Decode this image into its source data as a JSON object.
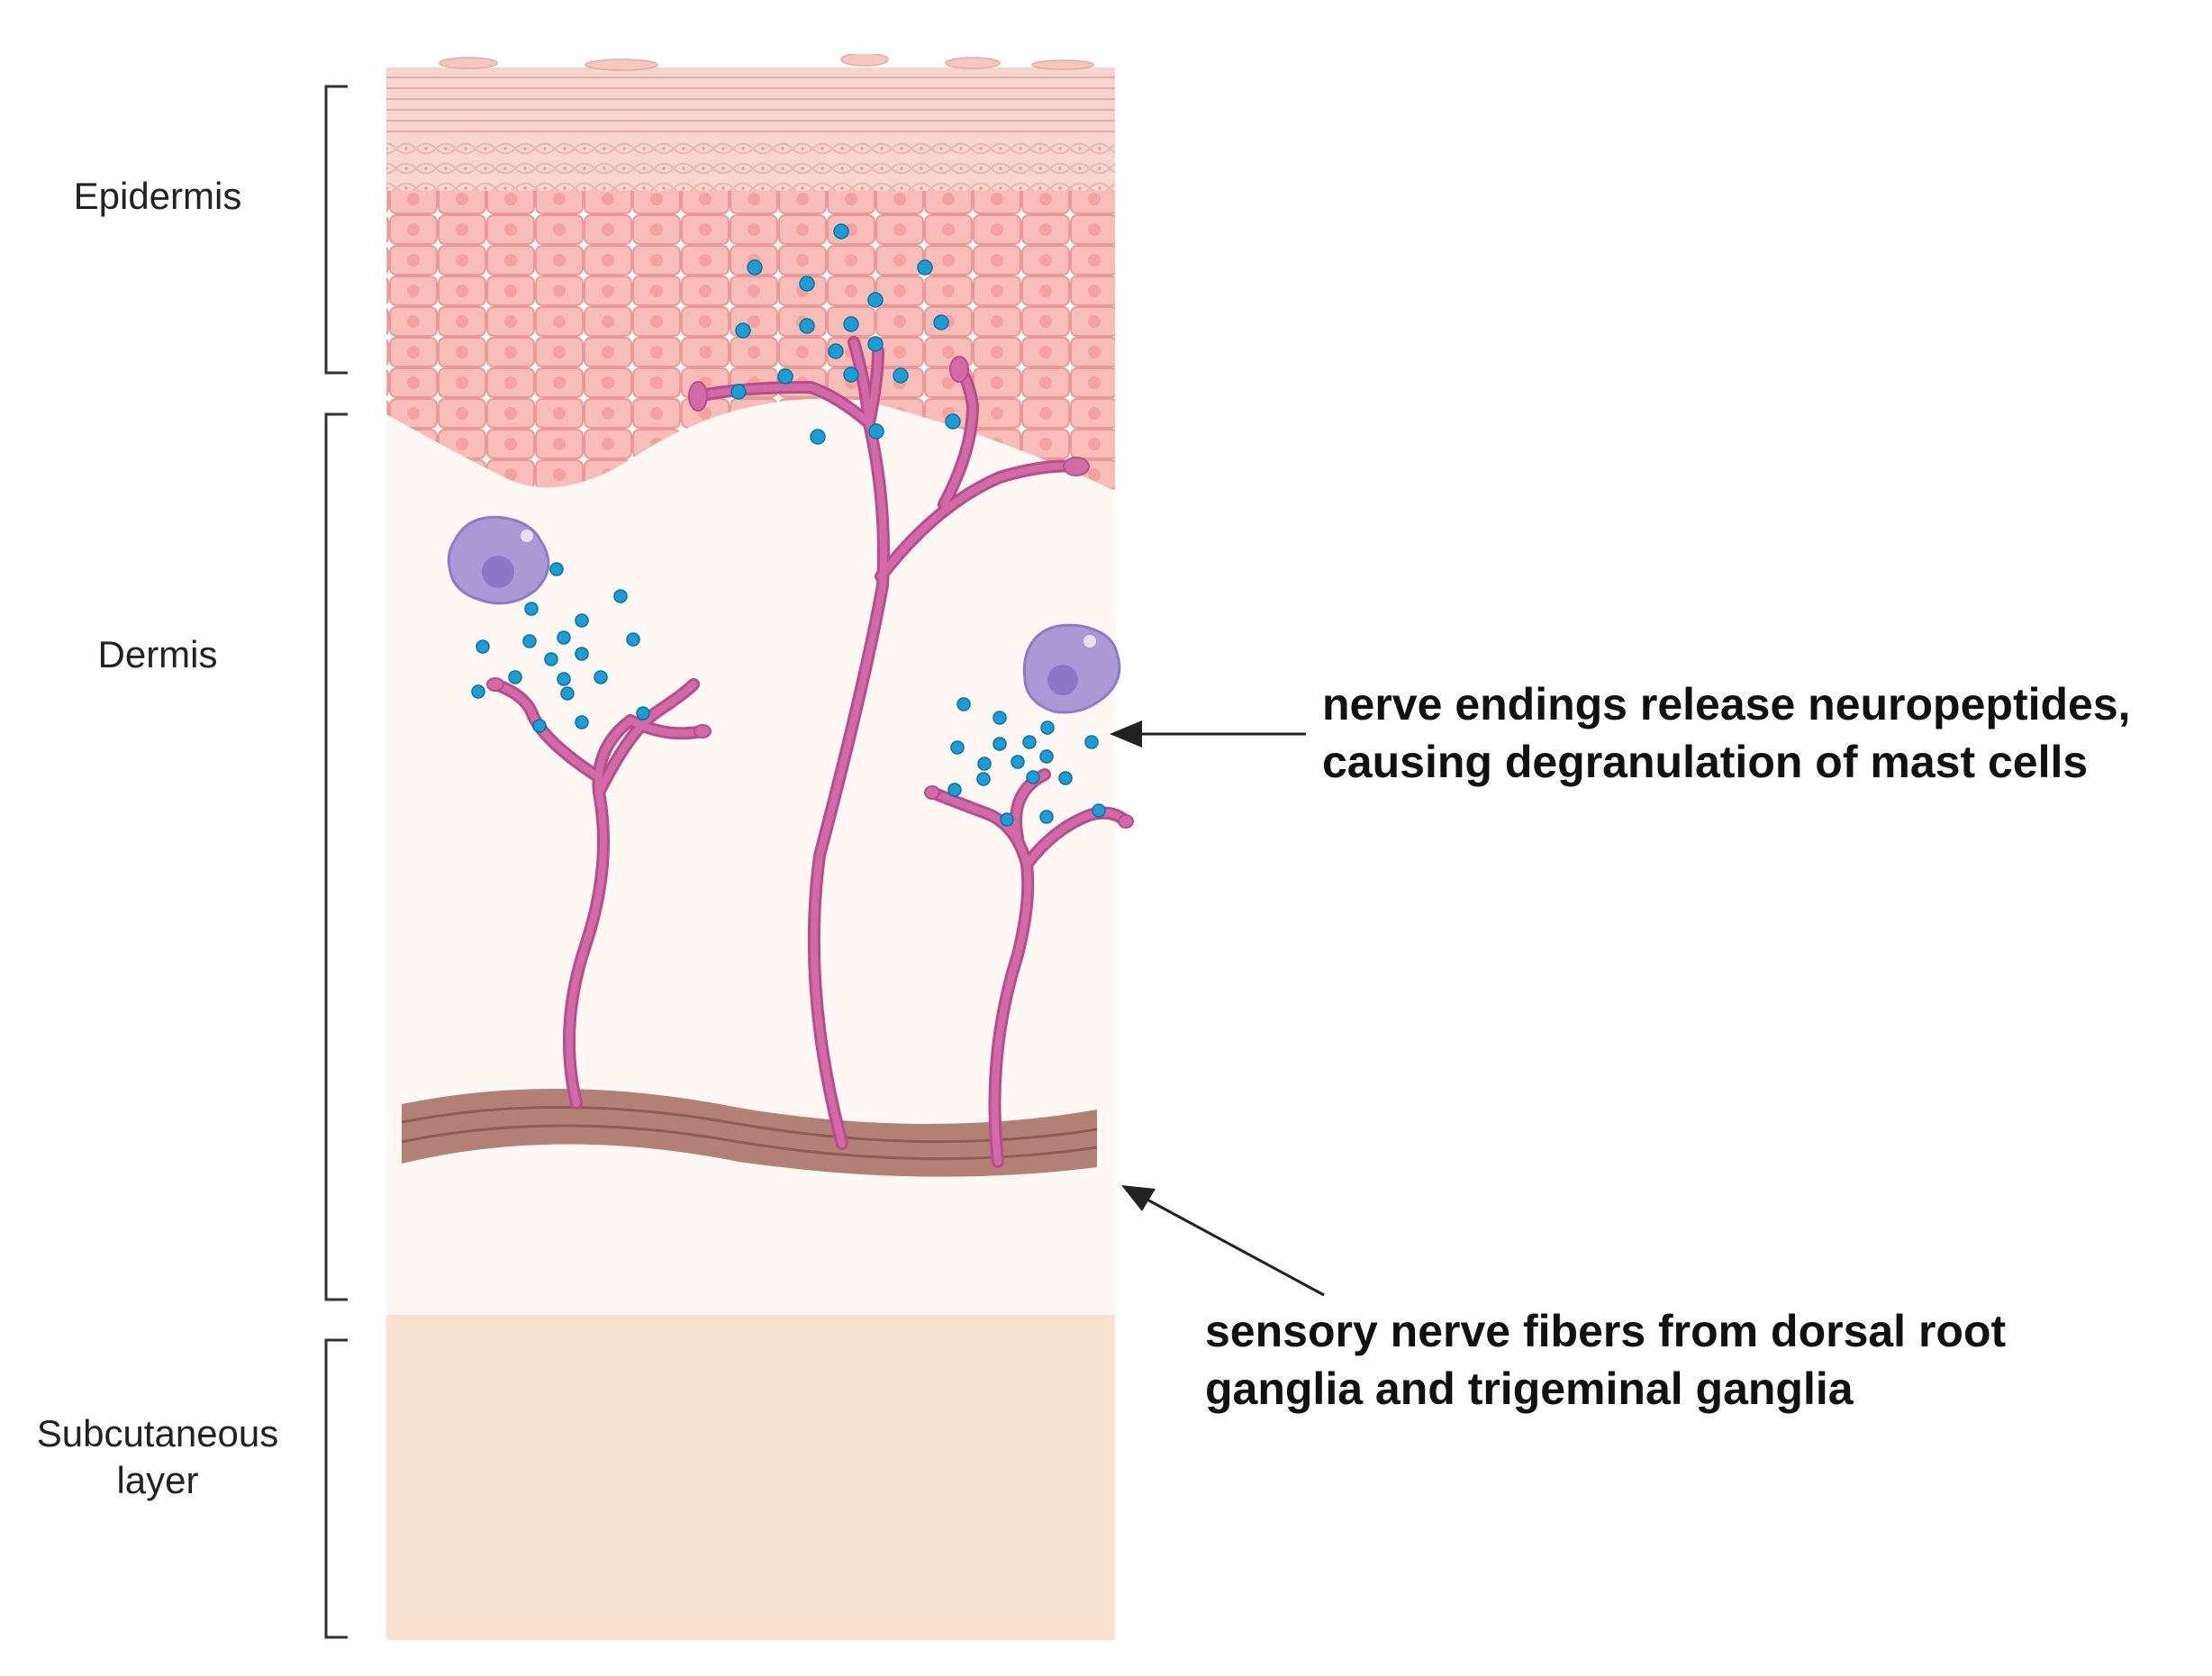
{
  "labels": {
    "epidermis": "Epidermis",
    "dermis": "Dermis",
    "subcutaneous_line1": "Subcutaneous",
    "subcutaneous_line2": "layer"
  },
  "annotations": {
    "neuropeptides_line1": "nerve endings release neuropeptides,",
    "neuropeptides_line2": "causing degranulation of mast cells",
    "fibers_line1": "sensory nerve fibers from dorsal root",
    "fibers_line2": "ganglia and trigeminal ganglia"
  },
  "colors": {
    "epidermis_cells": "#f8bcb9",
    "cell_border": "#ea9a96",
    "stratum_corneum": "#f7d4cd",
    "dermis": "#fdf8f4",
    "subcutaneous": "#fbe1d0",
    "nerve": "#d26aa8",
    "nerve_outline": "#b84d8e",
    "nerve_trunk": "#b47f74",
    "neuropeptide": "#1b9dd6",
    "mast_cell": "#a99ad6",
    "mast_nucleus": "#8a78c6",
    "bracket": "#333333",
    "arrow": "#222222"
  }
}
